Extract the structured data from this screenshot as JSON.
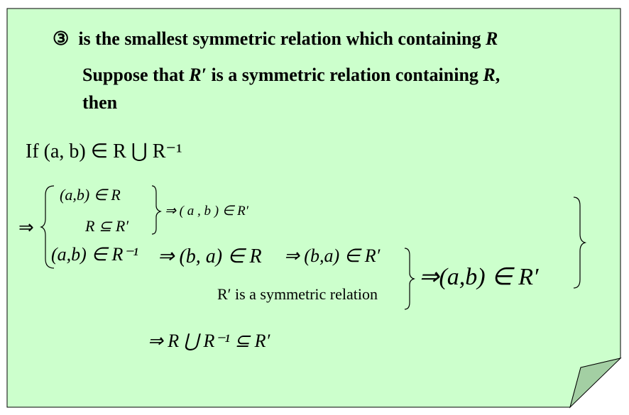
{
  "colors": {
    "card": "#ccffcc",
    "fold": "#a3cfa3"
  },
  "heading": {
    "marker": "③",
    "text": "is the smallest symmetric relation which containing ",
    "var": "R"
  },
  "suppose": {
    "pre": "Suppose that ",
    "var": "R′",
    "mid": " is a symmetric relation containing ",
    "var2": "R",
    "post": ",",
    "line2": "then"
  },
  "math": {
    "if_line": "If (a, b) ∈ R ⋃ R⁻¹",
    "case1a": "(a,b) ∈ R",
    "case1b": "R ⊆ R′",
    "case1_result": "⇒ ( a , b ) ∈ R′",
    "implies": "⇒",
    "case2": "(a,b) ∈ R⁻¹",
    "case2_step1": "⇒ (b, a) ∈ R",
    "case2_step2": "⇒ (b,a) ∈ R′",
    "case2_note": "R′ is a symmetric relation",
    "final_ab": "⇒(a,b) ∈ R′",
    "conclusion": "⇒ R ⋃ R⁻¹ ⊆ R′"
  }
}
